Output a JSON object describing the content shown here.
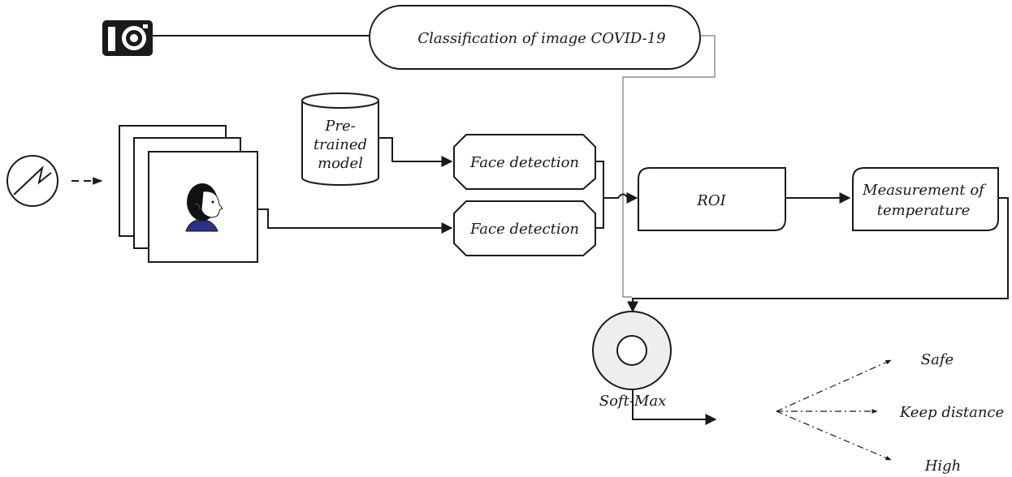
{
  "classification_label": "Classification of image COVID-19",
  "pretrained_model": [
    "Pre-",
    "trained",
    "model"
  ],
  "face_detection_top": "Face detection",
  "face_detection_bottom": "Face detection",
  "roi_label": "ROI",
  "measurement_label": [
    "Measurement of",
    "temperature"
  ],
  "softmax_label": "Soft-Max",
  "outputs": [
    "Safe",
    "Keep distance",
    "High"
  ],
  "colors": {
    "line": "#1a1a1a",
    "thin_line": "#777777",
    "shirt": "#2e2f8a",
    "hair": "#111111",
    "skin": "#ffffff",
    "ring_fill": "#eeeeee"
  }
}
